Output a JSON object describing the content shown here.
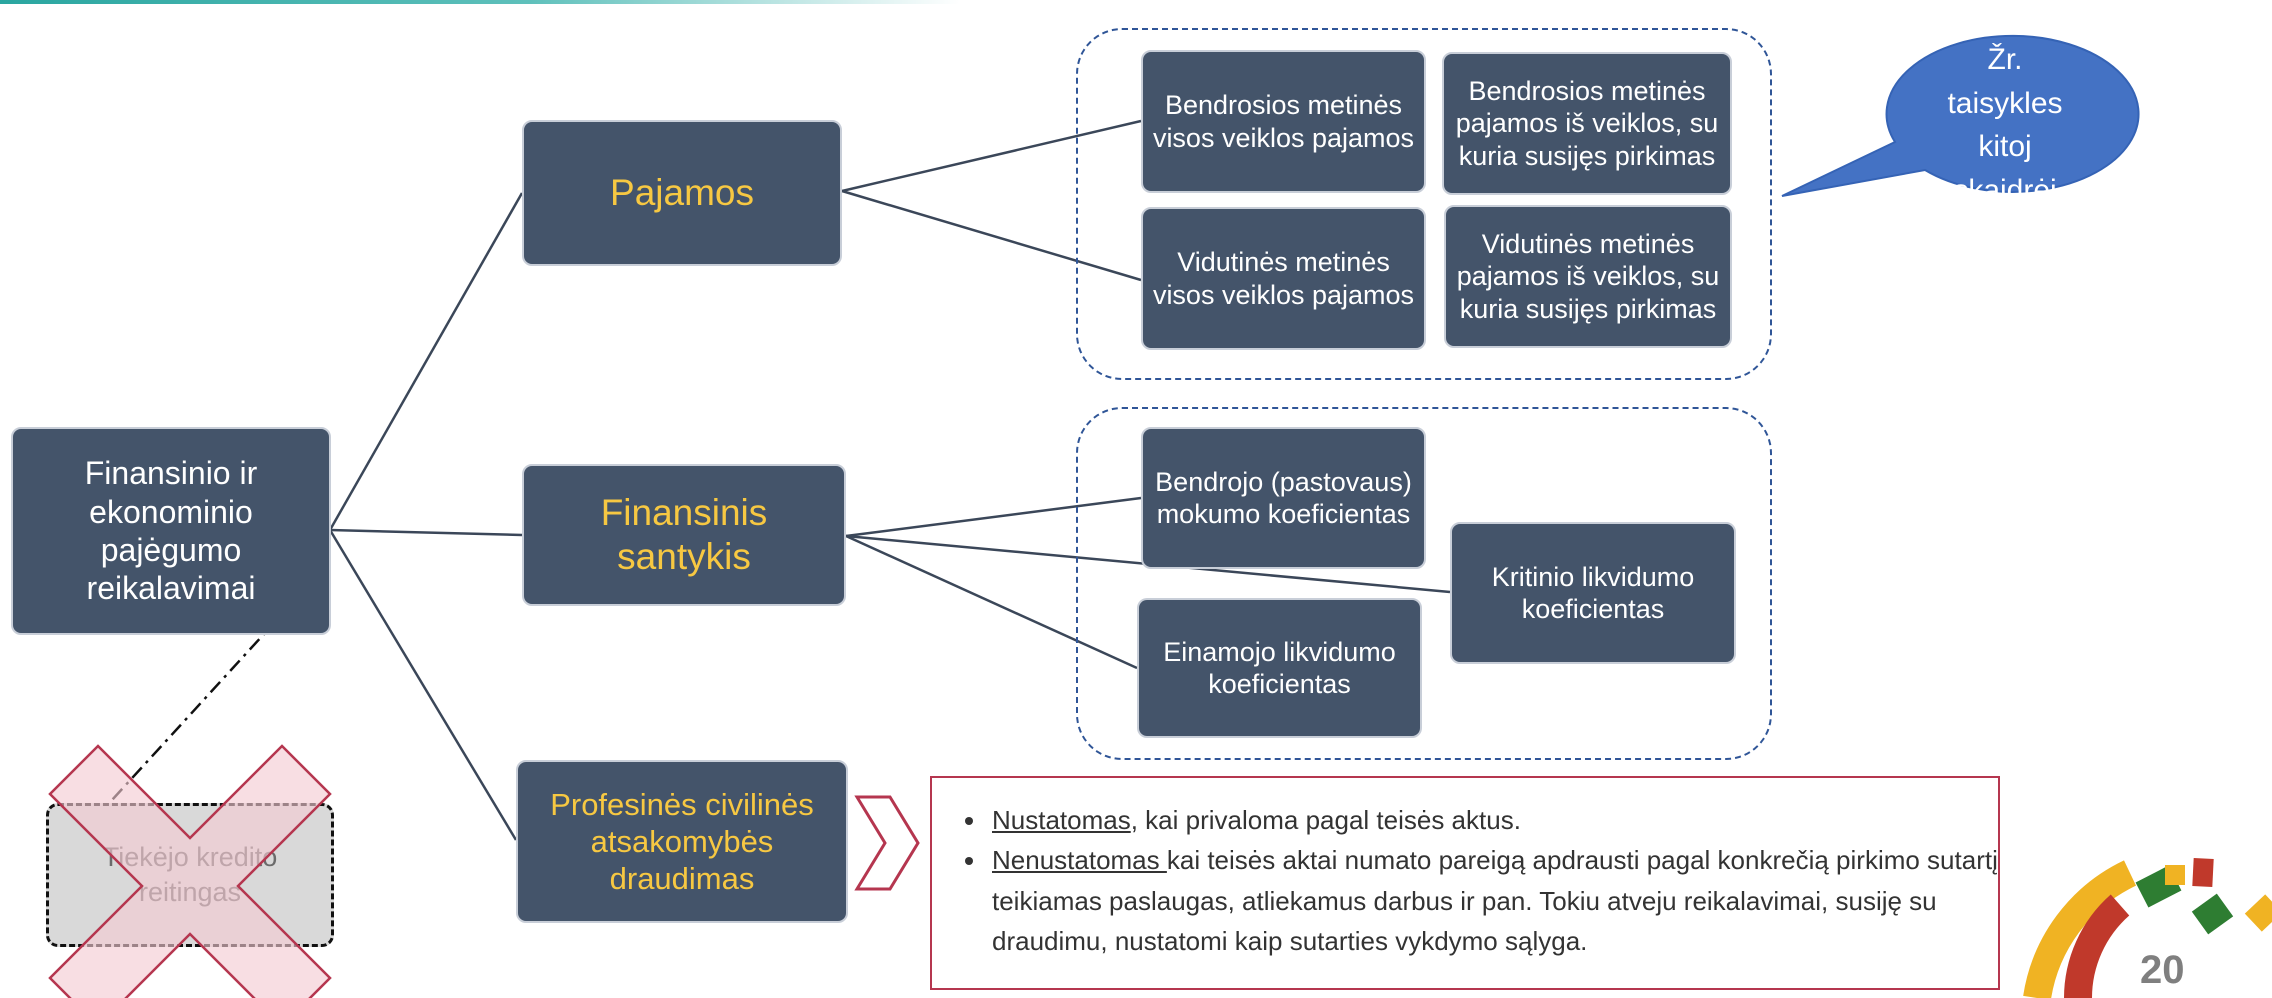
{
  "diagram": {
    "root": "Finansinio ir ekonominio pajėgumo reikalavimai",
    "branches": {
      "pajamos": "Pajamos",
      "santykis": "Finansinis santykis",
      "draudimas": "Profesinės civilinės atsakomybės draudimas"
    },
    "pajamos_items": [
      "Bendrosios metinės visos veiklos pajamos",
      "Bendrosios metinės pajamos iš veiklos, su kuria susijęs pirkimas",
      "Vidutinės metinės visos veiklos pajamos",
      "Vidutinės metinės pajamos iš veiklos, su kuria susijęs pirkimas"
    ],
    "santykis_items": [
      "Bendrojo (pastovaus) mokumo koeficientas",
      "Kritinio likvidumo koeficientas",
      "Einamojo likvidumo koeficientas"
    ],
    "callout": "Žr. taisykles kitoj skaidrėj",
    "crossed_out": "Tiekėjo kredito reitingas",
    "notes": [
      {
        "term": "Nustatomas",
        "rest": ", kai privaloma pagal teisės aktus."
      },
      {
        "term": "Nenustatomas ",
        "rest": "kai teisės aktai numato pareigą apdrausti pagal konkrečią pirkimo sutartį teikiamas paslaugas, atliekamus darbus ir pan. Tokiu atveju reikalavimai, susiję su draudimu, nustatomi kaip sutarties vykdymo sąlyga."
      }
    ]
  },
  "page_number": "20",
  "colors": {
    "box_fill": "#44546a",
    "branch_text": "#f7c842",
    "dashed_group": "#2f5597",
    "callout_fill": "#4472c4",
    "info_border": "#b5364f",
    "cross_fill": "#f3c9d2",
    "cross_stroke": "#b5364f"
  }
}
